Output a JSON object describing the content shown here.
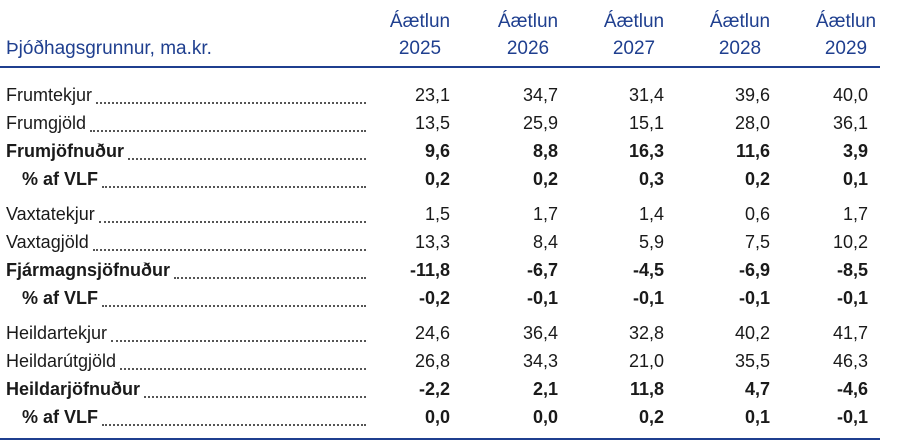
{
  "header": {
    "label": "Þjóðhagsgrunnur, ma.kr.",
    "columns": [
      {
        "line1": "Áætlun",
        "line2": "2025"
      },
      {
        "line1": "Áætlun",
        "line2": "2026"
      },
      {
        "line1": "Áætlun",
        "line2": "2027"
      },
      {
        "line1": "Áætlun",
        "line2": "2028"
      },
      {
        "line1": "Áætlun",
        "line2": "2029"
      }
    ]
  },
  "rows": [
    {
      "label": "Frumtekjur",
      "values": [
        "23,1",
        "34,7",
        "31,4",
        "39,6",
        "40,0"
      ]
    },
    {
      "label": "Frumgjöld",
      "values": [
        "13,5",
        "25,9",
        "15,1",
        "28,0",
        "36,1"
      ]
    },
    {
      "label": "Frumjöfnuður",
      "values": [
        "9,6",
        "8,8",
        "16,3",
        "11,6",
        "3,9"
      ]
    },
    {
      "label": "% af VLF",
      "values": [
        "0,2",
        "0,2",
        "0,3",
        "0,2",
        "0,1"
      ]
    },
    {
      "label": "Vaxtatekjur",
      "values": [
        "1,5",
        "1,7",
        "1,4",
        "0,6",
        "1,7"
      ]
    },
    {
      "label": "Vaxtagjöld",
      "values": [
        "13,3",
        "8,4",
        "5,9",
        "7,5",
        "10,2"
      ]
    },
    {
      "label": "Fjármagnsjöfnuður",
      "values": [
        "-11,8",
        "-6,7",
        "-4,5",
        "-6,9",
        "-8,5"
      ]
    },
    {
      "label": "% af VLF",
      "values": [
        "-0,2",
        "-0,1",
        "-0,1",
        "-0,1",
        "-0,1"
      ]
    },
    {
      "label": "Heildartekjur",
      "values": [
        "24,6",
        "36,4",
        "32,8",
        "40,2",
        "41,7"
      ]
    },
    {
      "label": "Heildarútgjöld",
      "values": [
        "26,8",
        "34,3",
        "21,0",
        "35,5",
        "46,3"
      ]
    },
    {
      "label": "Heildarjöfnuður",
      "values": [
        "-2,2",
        "2,1",
        "11,8",
        "4,7",
        "-4,6"
      ]
    },
    {
      "label": "% af VLF",
      "values": [
        "0,0",
        "0,0",
        "0,2",
        "0,1",
        "-0,1"
      ]
    }
  ]
}
